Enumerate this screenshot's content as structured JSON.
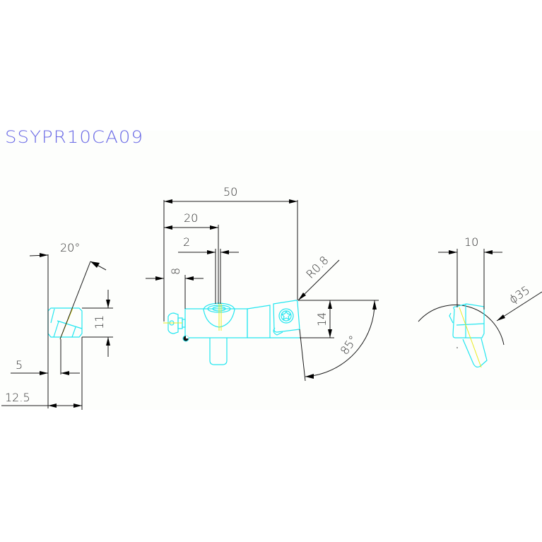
{
  "drawing": {
    "title": "SSYPR10CA09",
    "colors": {
      "title": "#6a6ae6",
      "part_outline": "#22e6f0",
      "center_line": "#eaea20",
      "dimension": "#1a1a1a",
      "background": "#fdfefc"
    },
    "left_view": {
      "angle_label": "20°",
      "height_label": "11",
      "offset_label": "5",
      "width_label": "12.5"
    },
    "front_view": {
      "overall_length_label": "50",
      "length_to_center_label": "20",
      "bore_width_label": "2",
      "setback_label": "8",
      "corner_radius_label": "R0.8",
      "head_height_label": "14",
      "cutting_angle_label": "85°"
    },
    "right_view": {
      "width_label": "10",
      "diameter_label": "ϕ35"
    }
  }
}
